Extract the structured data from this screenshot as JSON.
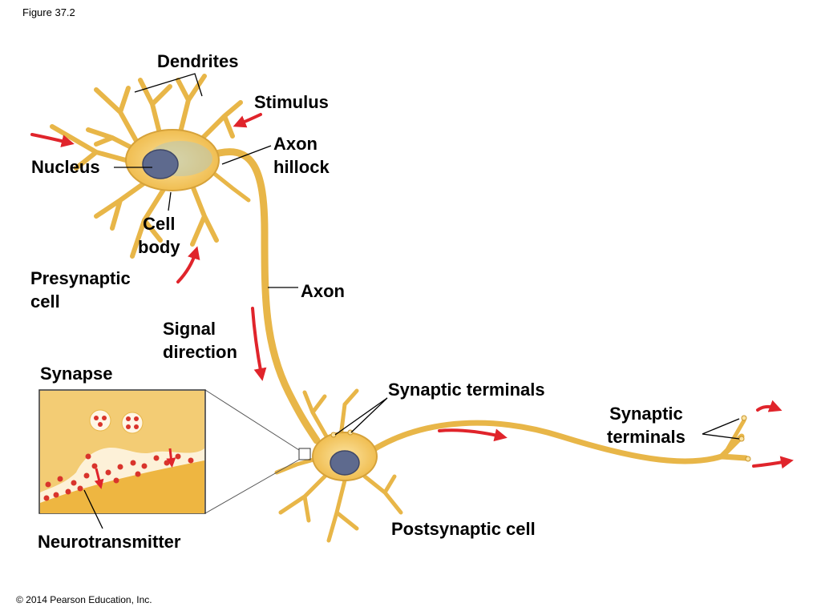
{
  "figure_label": "Figure 37.2",
  "copyright": "© 2014 Pearson Education, Inc.",
  "labels": {
    "dendrites": "Dendrites",
    "stimulus": "Stimulus",
    "axon_hillock": [
      "Axon",
      "hillock"
    ],
    "nucleus": "Nucleus",
    "cell_body": [
      "Cell",
      "body"
    ],
    "presynaptic_cell": [
      "Presynaptic",
      "cell"
    ],
    "axon": "Axon",
    "signal_direction": [
      "Signal",
      "direction"
    ],
    "synapse": "Synapse",
    "synaptic_terminals_mid": "Synaptic terminals",
    "synaptic_terminals_right": [
      "Synaptic",
      "terminals"
    ],
    "neurotransmitter": "Neurotransmitter",
    "postsynaptic_cell": "Postsynaptic cell"
  },
  "colors": {
    "neuron_fill": "#f2c14e",
    "neuron_stroke": "#c9952a",
    "nucleus": "#5e6a8e",
    "arrow": "#e0242b",
    "inset_bg": "#fdf1d8",
    "vesicle": "#d9342b"
  }
}
